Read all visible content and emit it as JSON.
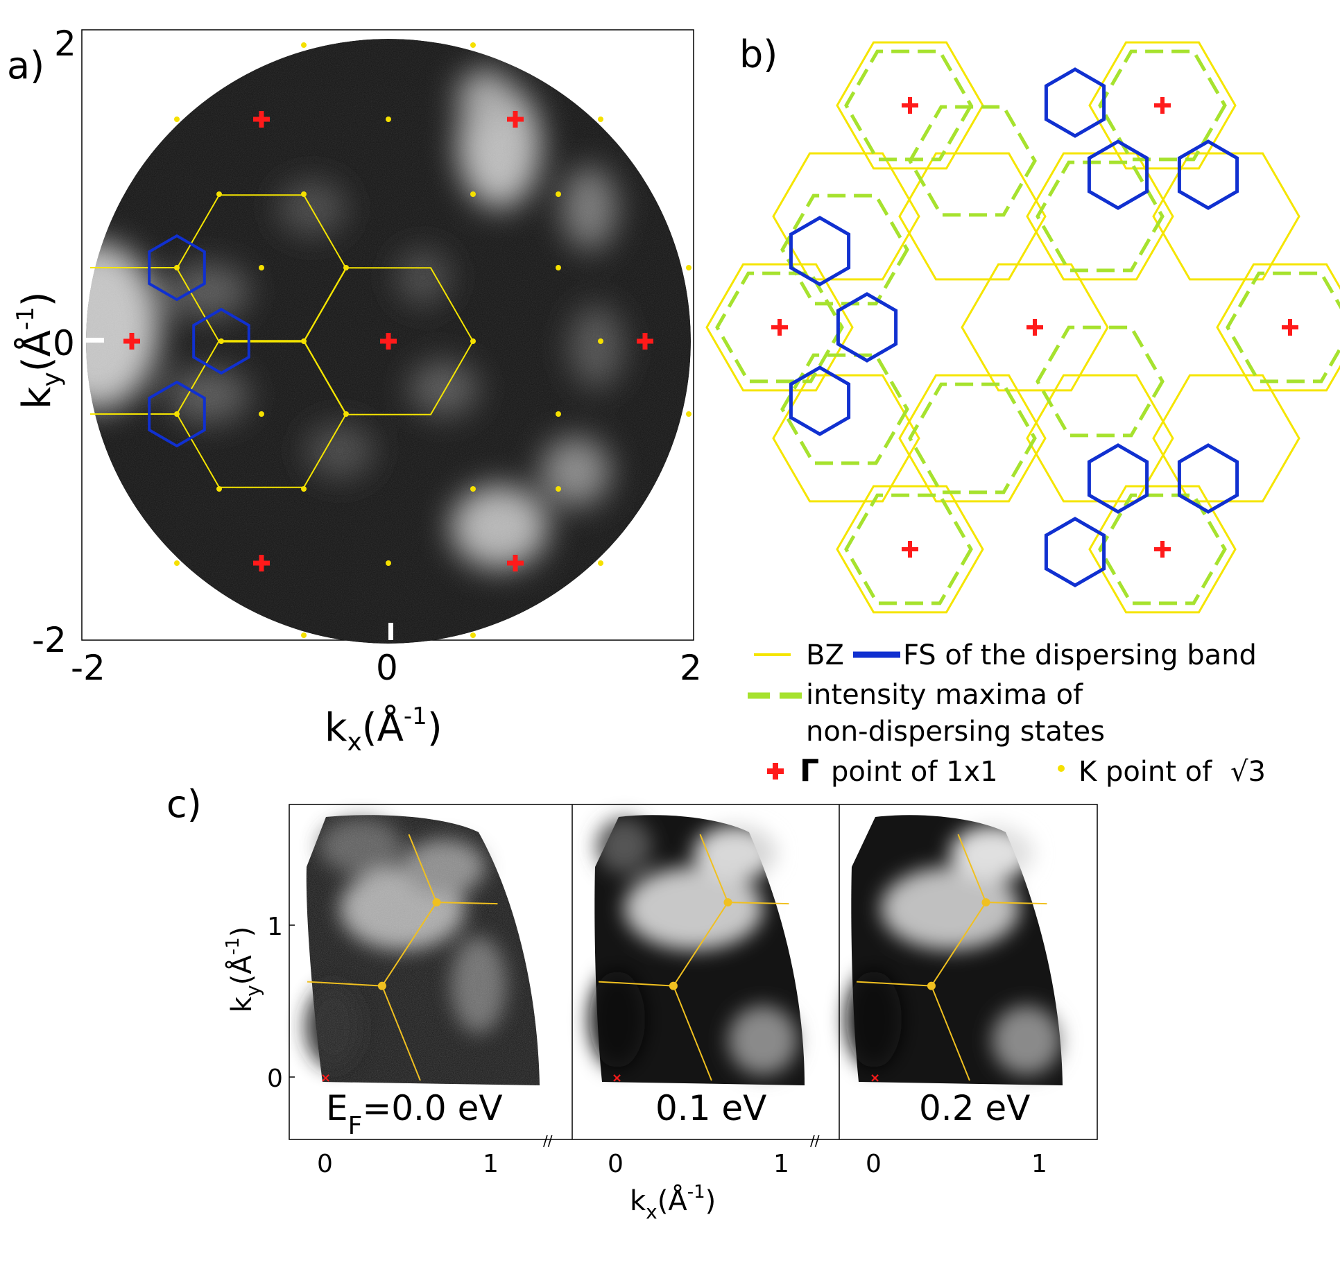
{
  "panels": {
    "a": {
      "label": "a)",
      "x_ticks": [
        "-2",
        "0",
        "2"
      ],
      "y_ticks": [
        "2",
        "0",
        "-2"
      ],
      "xlabel": "k",
      "xlabel_sub": "x",
      "xlabel_unit": "(Å",
      "xlabel_sup": "-1",
      "xlabel_close": ")",
      "ylabel": "k",
      "ylabel_sub": "y",
      "ylabel_unit": "(Å",
      "ylabel_sup": "-1",
      "ylabel_close": ")"
    },
    "b": {
      "label": "b)"
    },
    "c": {
      "label": "c)",
      "y_ticks": [
        "1",
        "0"
      ],
      "x_ticks": [
        "0",
        "1"
      ],
      "xlabel": "k",
      "xlabel_sub": "x",
      "xlabel_unit": "(Å",
      "xlabel_sup": "-1",
      "xlabel_close": ")",
      "ylabel": "k",
      "ylabel_sub": "y",
      "ylabel_unit": "(Å",
      "ylabel_sup": "-1",
      "ylabel_close": ")",
      "subpanels": [
        {
          "label_main": "E",
          "label_sub": "F",
          "label_rest": "=0.0 eV"
        },
        {
          "label_main": "0.1 eV",
          "label_sub": "",
          "label_rest": ""
        },
        {
          "label_main": "0.2 eV",
          "label_sub": "",
          "label_rest": ""
        }
      ]
    }
  },
  "legend": {
    "bz": "BZ",
    "fs": "FS of the dispersing band",
    "intensity_line1": "intensity maxima of",
    "intensity_line2": "non-dispersing states",
    "gamma_symbol": "Γ",
    "gamma_text": "point of 1x1",
    "k_text": "K point of",
    "k_sqrt": "√3"
  },
  "colors": {
    "bz": "#f5e500",
    "bz_c": "#f0c020",
    "fs": "#1030d0",
    "intensity": "#a6e22e",
    "gamma": "#ff1a1a",
    "k_point": "#f5e000"
  }
}
